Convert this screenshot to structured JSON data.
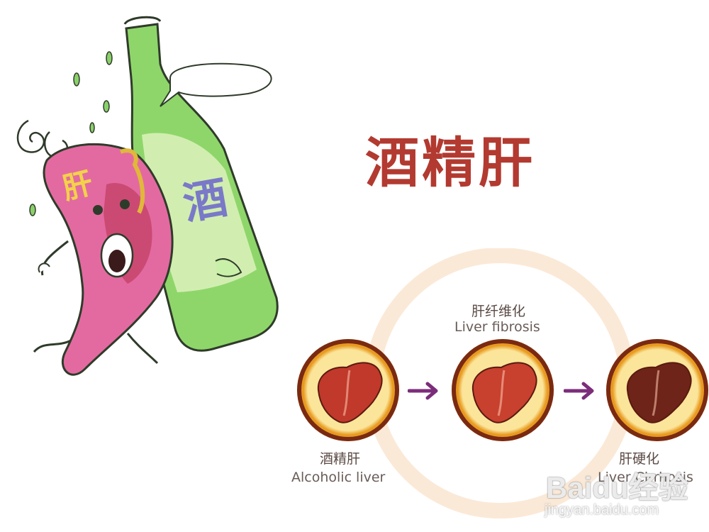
{
  "title": "酒精肝",
  "colors": {
    "title": "#b23a30",
    "ring_bg": "#fbe9d7",
    "badge_outer": "#e89a20",
    "badge_inner": "#fbe59a",
    "arrow": "#7b2d7a",
    "label_cn": "#5a4a45",
    "label_en": "#6a5c58"
  },
  "cartoon": {
    "liver_character_text": "肝",
    "bottle_text": "酒"
  },
  "diagram": {
    "stages": [
      {
        "cn": "酒精肝",
        "en": "Alcoholic liver",
        "liver_color": "#c0392b",
        "icon": "liver-icon"
      },
      {
        "cn": "肝纤维化",
        "en": "Liver fibrosis",
        "liver_color": "#c8402e",
        "icon": "liver-icon"
      },
      {
        "cn": "肝硬化",
        "en": "Liver Cirrhosis",
        "liver_color": "#6e2418",
        "icon": "liver-icon"
      }
    ],
    "arrows": [
      "arrow-icon",
      "arrow-icon"
    ]
  },
  "watermark": {
    "logo": "Baidu经验",
    "url": "jingyan.baidu.com"
  }
}
